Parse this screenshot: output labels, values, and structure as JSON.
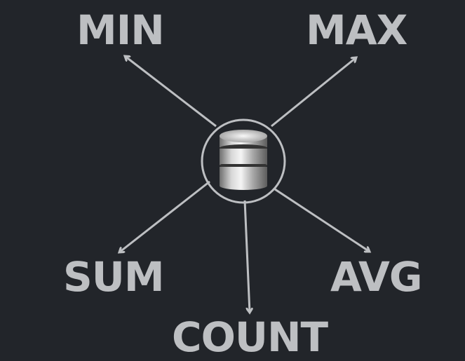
{
  "diagram": {
    "center": {
      "icon": "database-icon"
    },
    "labels": {
      "min": "MIN",
      "max": "MAX",
      "sum": "SUM",
      "avg": "AVG",
      "count": "COUNT"
    },
    "colors": {
      "background": "#22252a",
      "foreground": "#bdbfc2"
    }
  }
}
